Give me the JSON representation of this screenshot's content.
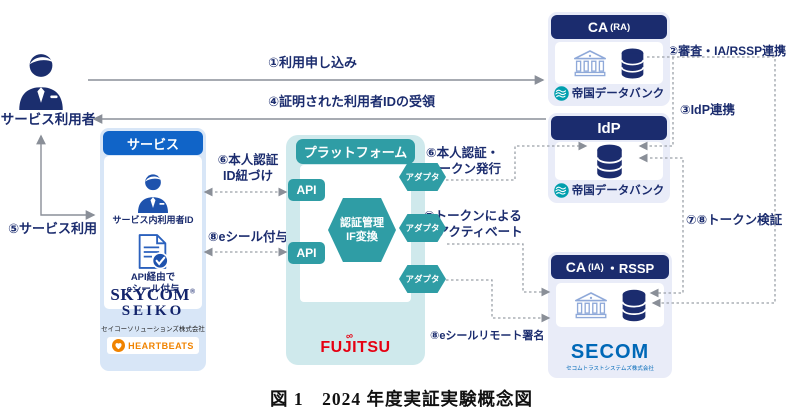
{
  "figure": {
    "caption": "図 1　2024 年度実証実験概念図"
  },
  "actor": {
    "label": "サービス利用者",
    "icon": "person-icon"
  },
  "labels": {
    "n1": "①利用申し込み",
    "n2": "②審査・IA/RSSP連携",
    "n3": "③IdP連携",
    "n4": "④証明された利用者IDの受領",
    "n5": "⑤サービス利用",
    "n6_service": "⑥本人認証\nID紐づけ",
    "n6_platform": "⑥本人認証・\nトークン発行",
    "n7_platform": "⑦トークンによる\n鍵アクティベート",
    "n7n8_verify": "⑦⑧トークン検証",
    "n8_service": "⑧eシール付与",
    "n8_remote": "⑧eシールリモート署名"
  },
  "service_box": {
    "title": "サービス",
    "items": [
      {
        "icon": "user-icon",
        "label": "サービス内利用者ID"
      },
      {
        "icon": "document-check-icon",
        "label": "API経由で\neシール付与"
      }
    ],
    "logos": {
      "skycom": "SKYCOM",
      "skycom_mark": "®",
      "seiko": "SEIKO",
      "company": "セイコーソリューションズ株式会社",
      "heartbeats": "HEARTBEATS"
    }
  },
  "platform_box": {
    "title": "プラットフォーム",
    "core_hexagon": "認証管理\nIF変換",
    "api_labels": [
      "API",
      "API"
    ],
    "adapter_labels": [
      "アダプタ",
      "アダプタ",
      "アダプタ"
    ],
    "logo": "FUJITSU"
  },
  "ca_ra_box": {
    "title_prefix": "CA",
    "title_paren": "(RA)",
    "icons": [
      "bank-icon",
      "database-icon"
    ],
    "logo": "帝国データバンク"
  },
  "idp_box": {
    "title": "IdP",
    "icons": [
      "database-icon"
    ],
    "logo": "帝国データバンク"
  },
  "ca_ia_box": {
    "title_prefix": "CA",
    "title_paren": "(IA)",
    "title_suffix": "・RSSP",
    "icons": [
      "bank-icon",
      "database-icon"
    ],
    "logo": "SECOM",
    "logo_sub": "セコムトラストシステムズ株式会社"
  },
  "colors": {
    "navy": "#1b2c6e",
    "service_blue": "#1064c8",
    "platform_teal": "#2f9da5",
    "platform_bg": "#cfe9ec",
    "box_bg": "#e9ecf8",
    "service_bg": "#d8e6f7",
    "fujitsu_red": "#e60012",
    "secom_blue": "#0068b7",
    "heartbeats_orange": "#f08300",
    "tdb_teal": "#009fae",
    "arrow_gray": "#8a8f98"
  }
}
